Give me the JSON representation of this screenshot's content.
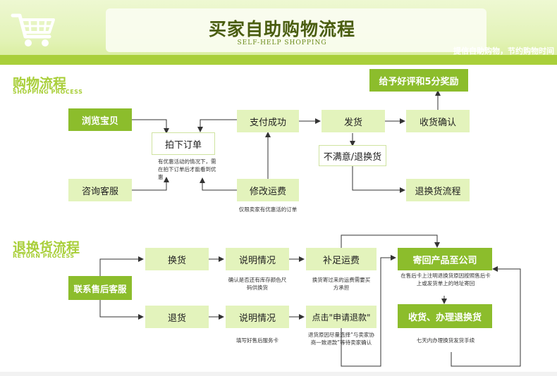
{
  "banner": {
    "title": "买家自助购物流程",
    "subtitle": "SELF-HELP SHOPPING",
    "slogan": "提信自助购物，节约购物时间",
    "icon": "shopping-cart-icon"
  },
  "shopping": {
    "title": "购物流程",
    "subtitle": "SHOPPING PROCESS",
    "browse": "浏览宝贝",
    "consult": "咨询客服",
    "order": "拍下订单",
    "order_note": "有优惠活动的情况下，需在拍下订单后才能看到优惠",
    "pay": "支付成功",
    "modify_fee": "修改运费",
    "modify_note": "仅限卖家有优惠活的订单",
    "ship": "发货",
    "confirm": "收货确认",
    "review": "给予好评和5分奖励",
    "unsatisfied": "不满意/退换货",
    "return_flow": "退换货流程"
  },
  "returns": {
    "title": "退换货流程",
    "subtitle": "RETURN PROCESS",
    "contact": "联系售后客服",
    "exchange": "换货",
    "refund": "退货",
    "explain1": "说明情况",
    "explain1_note": "确认是否还有库存颜色尺码供换货",
    "explain2": "说明情况",
    "explain2_note": "填写好售后服务卡",
    "supplement": "补足运费",
    "supplement_note": "换货寄过来的运费需要买方承担",
    "apply_refund": "点击\"申请退款\"",
    "apply_note": "退货原因尽量选择“与卖家协商一致退款”等待卖家确认",
    "send_back": "寄回产品至公司",
    "send_back_note": "在售后卡上注明退换货原因按照售后卡上或发货单上的地址寄回",
    "receive": "收货、办理退换货",
    "receive_note": "七天内办理换货发货手续"
  },
  "colors": {
    "accent": "#a9cf3a",
    "dark_box": "#8cbd2c",
    "light_box": "#e3f3bc"
  }
}
